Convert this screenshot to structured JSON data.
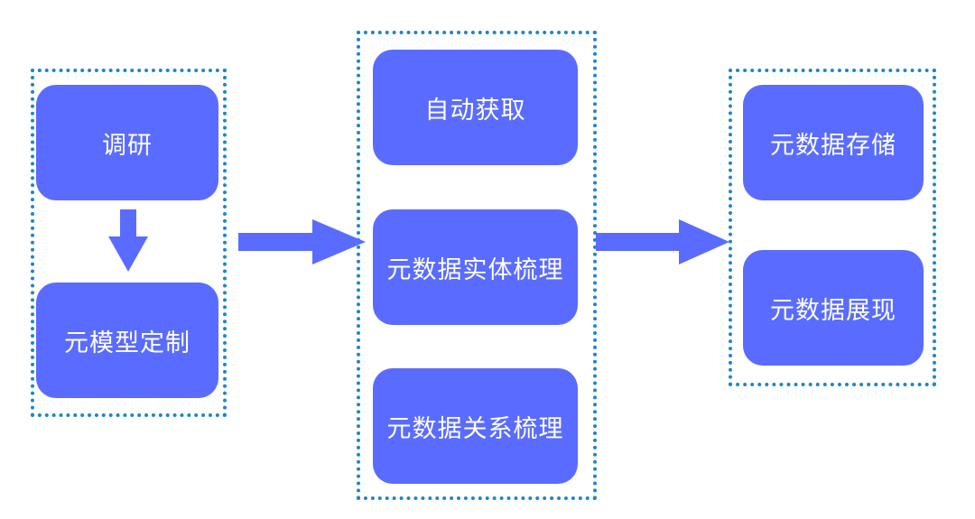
{
  "colors": {
    "node_fill": "#5a6cff",
    "node_text": "#ffffff",
    "group_border": "#1f86c8",
    "arrow": "#5a6cff"
  },
  "groups": [
    {
      "id": "left",
      "nodes": [
        {
          "label": "调研"
        },
        {
          "label": "元模型定制"
        }
      ]
    },
    {
      "id": "middle",
      "nodes": [
        {
          "label": "自动获取"
        },
        {
          "label": "元数据实体梳理"
        },
        {
          "label": "元数据关系梳理"
        }
      ]
    },
    {
      "id": "right",
      "nodes": [
        {
          "label": "元数据存储"
        },
        {
          "label": "元数据展现"
        }
      ]
    }
  ]
}
